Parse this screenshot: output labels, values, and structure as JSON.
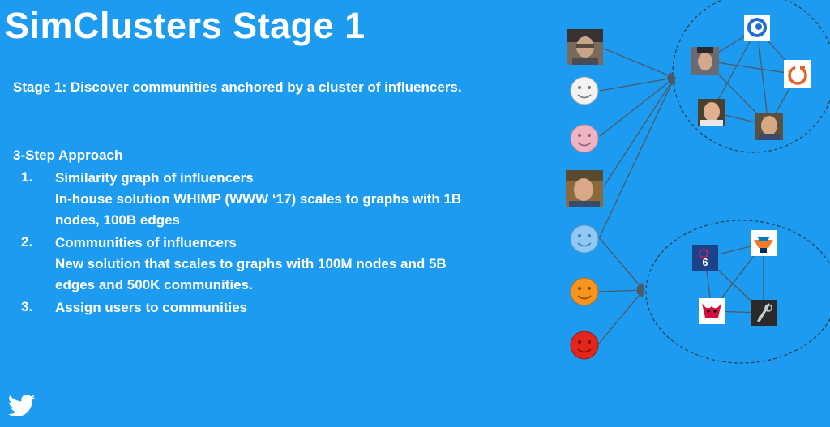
{
  "slide": {
    "title": "SimClusters Stage 1",
    "intro": "Stage 1: Discover communities anchored by a cluster of influencers.",
    "approach_heading": "3-Step Approach",
    "steps": [
      {
        "number": "1.",
        "title": "Similarity graph of influencers",
        "detail": "In-house solution WHIMP (WWW ‘17) scales to graphs with 1B nodes, 100B edges"
      },
      {
        "number": "2.",
        "title": "Communities of influencers",
        "detail": "New solution that scales to graphs with 100M nodes and 5B edges and 500K communities."
      },
      {
        "number": "3.",
        "title": "Assign users to communities",
        "detail": ""
      }
    ]
  },
  "diagram": {
    "users": [
      {
        "kind": "photo",
        "name": "user-photo-1"
      },
      {
        "kind": "smiley",
        "color": "#f2f2f2"
      },
      {
        "kind": "smiley",
        "color": "#f0b3c4"
      },
      {
        "kind": "photo",
        "name": "user-photo-2"
      },
      {
        "kind": "smiley",
        "color": "#8fc8f5"
      },
      {
        "kind": "smiley",
        "color": "#f7941d"
      },
      {
        "kind": "smiley",
        "color": "#e4251b"
      }
    ],
    "tech_cluster": [
      "logo-blue-swirl",
      "photo-a",
      "logo-orange-ring",
      "photo-b",
      "photo-c"
    ],
    "sports_cluster_labels": {
      "sixers": "6"
    },
    "colors": {
      "background": "#1d9bf0",
      "edge": "#4a5a66",
      "cluster_border": "#2a3d4d"
    }
  },
  "footer": {
    "logo": "twitter-bird-icon"
  }
}
